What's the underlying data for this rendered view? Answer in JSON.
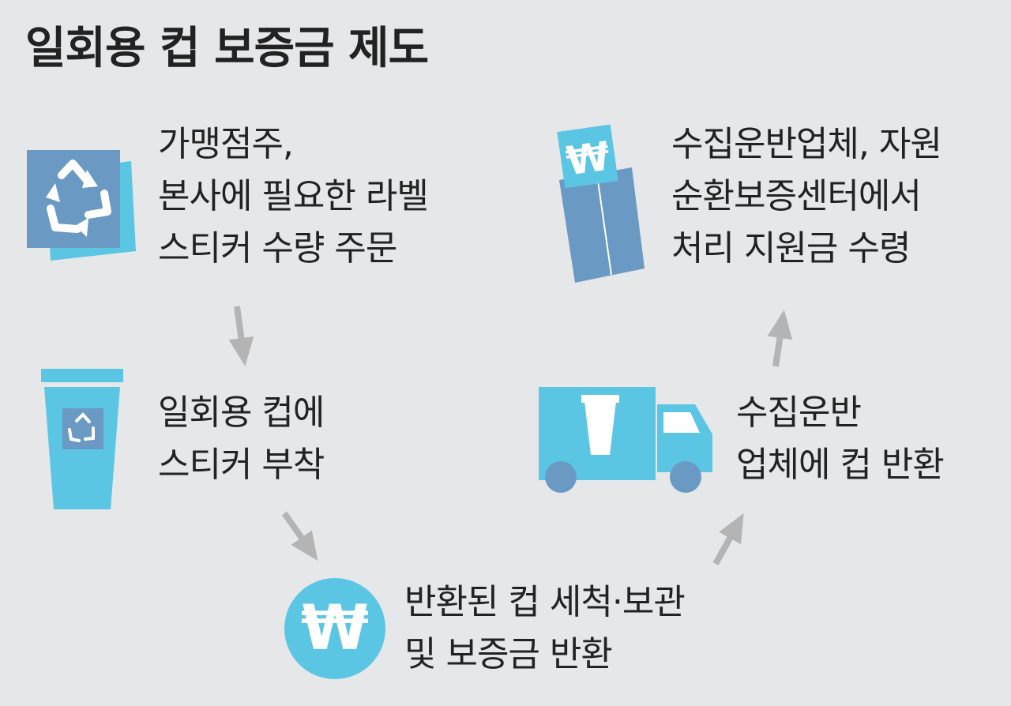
{
  "title": "일회용 컵 보증금 제도",
  "colors": {
    "background": "#e6e7e8",
    "blue": "#6a9ac4",
    "cyan": "#5bc5e4",
    "arrow": "#b4b4b4",
    "text": "#222222"
  },
  "icons": {
    "recycle": "recycle-icon",
    "cup": "cup-icon",
    "won_coin": "won-coin-icon",
    "truck": "truck-icon",
    "bill": "won-bill-icon"
  },
  "steps": [
    {
      "lines": [
        "가맹점주,",
        "본사에 필요한 라벨",
        "스티커 수량 주문"
      ]
    },
    {
      "lines": [
        "일회용 컵에",
        "스티커 부착"
      ]
    },
    {
      "lines": [
        "반환된 컵 세척·보관",
        "및 보증금 반환"
      ]
    },
    {
      "lines": [
        "수집운반",
        "업체에 컵 반환"
      ]
    },
    {
      "lines": [
        "수집운반업체, 자원",
        "순환보증센터에서",
        "처리 지원금 수령"
      ]
    }
  ],
  "symbols": {
    "won": "₩"
  }
}
